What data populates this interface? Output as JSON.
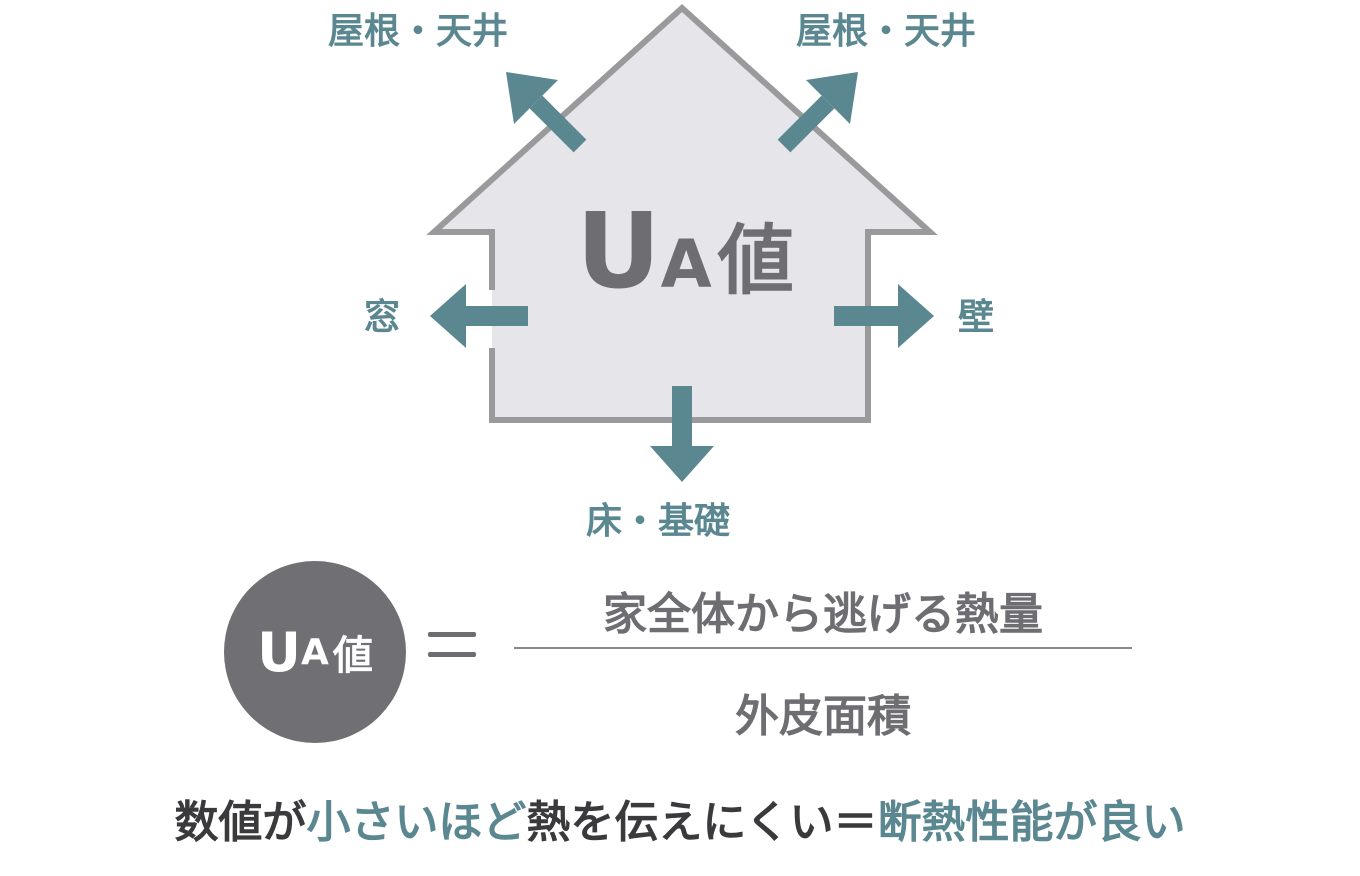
{
  "colors": {
    "accent_teal": "#5a8790",
    "house_fill": "#e6e6ea",
    "house_outline": "#9a9a9c",
    "badge_gray": "#706f74",
    "text_gray": "#6e6d72",
    "text_dark": "#3a3a3c"
  },
  "house": {
    "center_label": {
      "u": "U",
      "a": "A",
      "v": "値"
    },
    "labels": {
      "roof_left": "屋根・天井",
      "roof_right": "屋根・天井",
      "window": "窓",
      "wall": "壁",
      "floor": "床・基礎"
    }
  },
  "formula": {
    "badge": {
      "u": "U",
      "a": "A",
      "v": "値"
    },
    "numerator": "家全体から逃げる熱量",
    "denominator": "外皮面積"
  },
  "conclusion": {
    "part1": "数値が",
    "part2": "小さいほど",
    "part3": "熱を伝えにくい＝",
    "part4": "断熱性能が良い"
  }
}
